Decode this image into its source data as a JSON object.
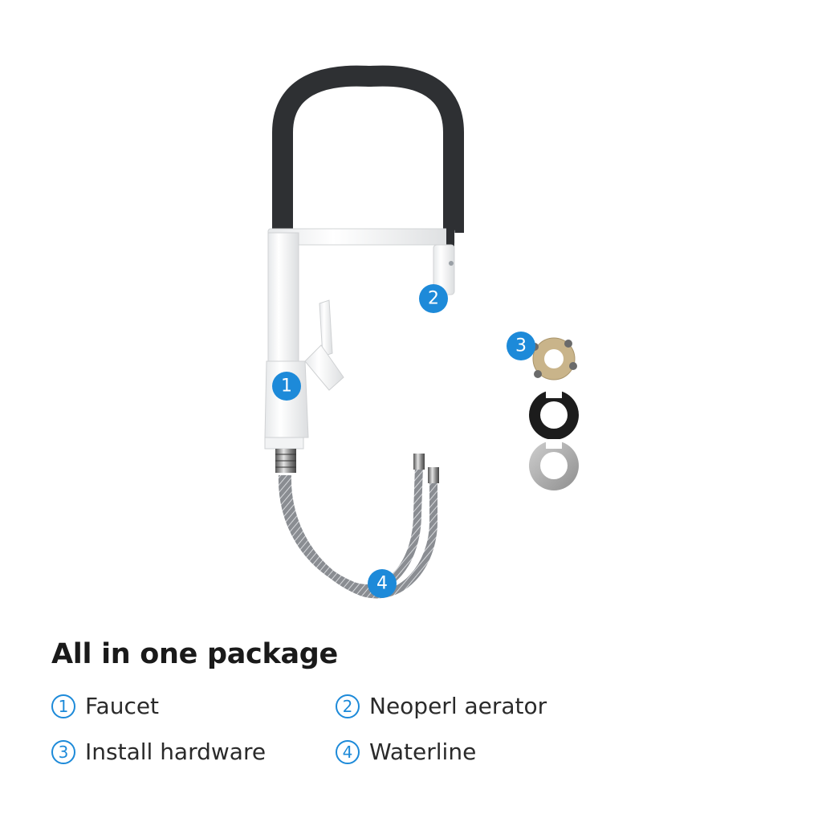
{
  "heading": "All in one package",
  "markers": [
    "1",
    "2",
    "3",
    "4"
  ],
  "legend": [
    {
      "num": "1",
      "label": "Faucet"
    },
    {
      "num": "2",
      "label": "Neoperl aerator"
    },
    {
      "num": "3",
      "label": "Install hardware"
    },
    {
      "num": "4",
      "label": "Waterline"
    }
  ],
  "colors": {
    "marker_blue": "#1d8ad9",
    "hose_black": "#2e3033",
    "body_white": "#ffffff",
    "gasket_gold": "#c9b48a",
    "steel": "#9a9a9a"
  }
}
